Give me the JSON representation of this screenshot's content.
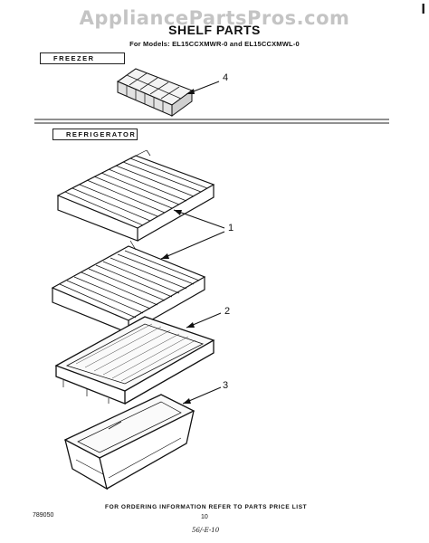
{
  "watermark": "AppliancePartsPros.com",
  "header": {
    "title": "SHELF PARTS",
    "models": "For Models: EL15CCXMWR-0 and EL15CCXMWL-0"
  },
  "sections": {
    "freezer": "FREEZER",
    "refrigerator": "REFRIGERATOR"
  },
  "callouts": {
    "ice_tray": "4",
    "wire_shelves": "1",
    "glass_shelf": "2",
    "crisper_pan": "3"
  },
  "footer": {
    "ordering_note": "FOR ORDERING INFORMATION REFER TO PARTS PRICE LIST",
    "doc_number": "789050",
    "page_number": "10",
    "handwritten_date": "56/-E-10"
  },
  "corner_mark": "I"
}
